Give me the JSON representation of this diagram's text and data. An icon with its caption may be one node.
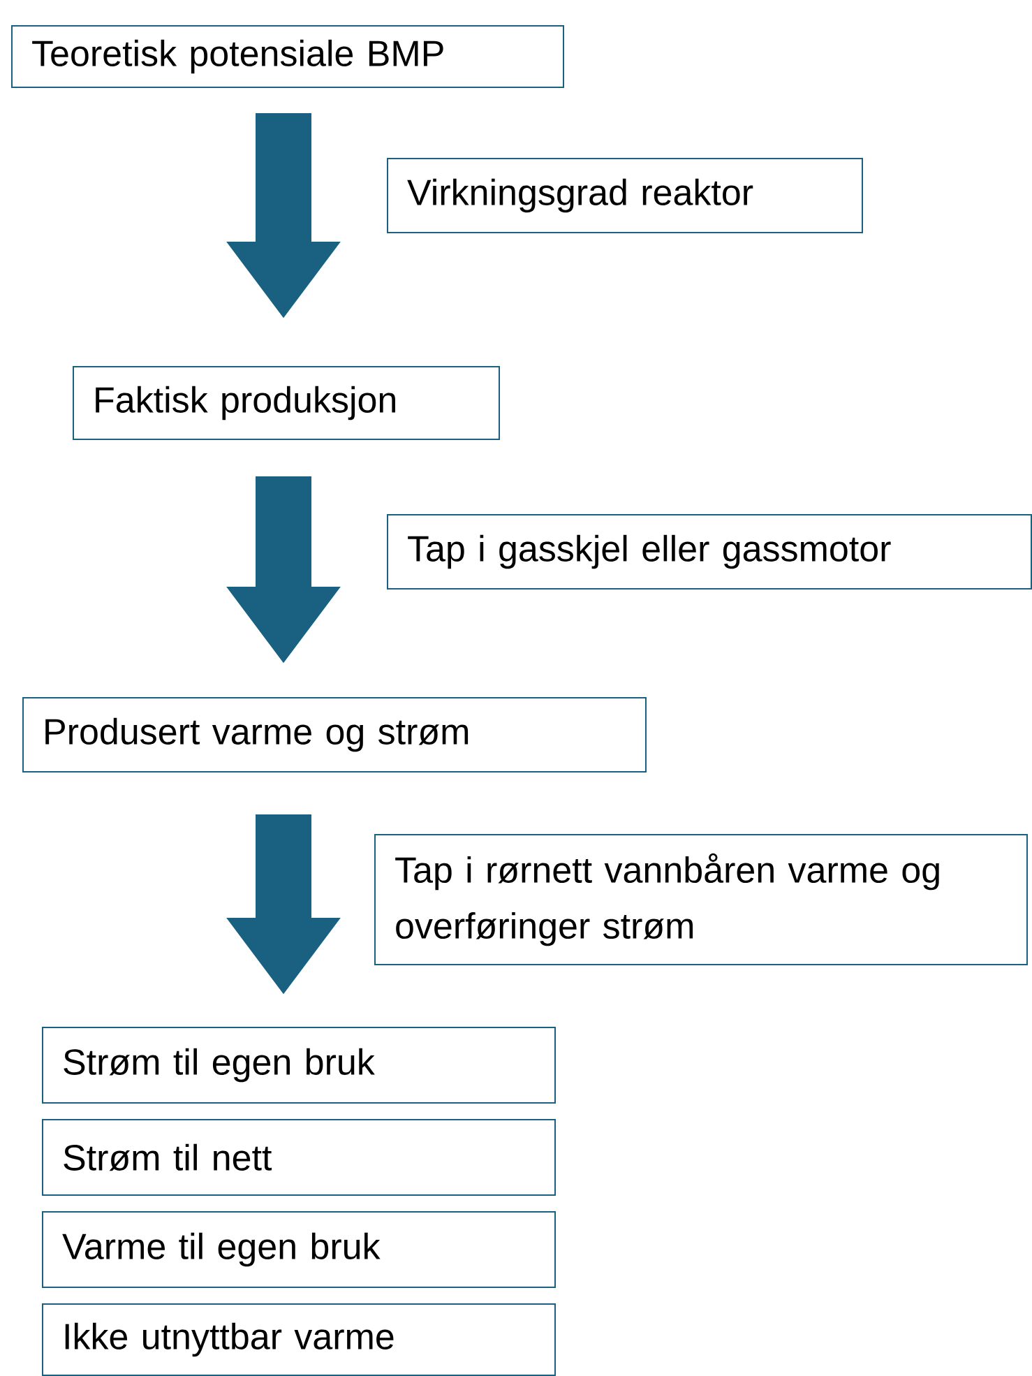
{
  "diagram": {
    "nodes": [
      {
        "text": [
          "Teoretisk potensiale BMP"
        ]
      },
      {
        "text": [
          "Virkningsgrad reaktor"
        ]
      },
      {
        "text": [
          "Faktisk produksjon"
        ]
      },
      {
        "text": [
          "Tap i gasskjel eller gassmotor"
        ]
      },
      {
        "text": [
          "Produsert varme og strøm"
        ]
      },
      {
        "text": [
          "Tap i rørnett vannbåren varme og overføringer strøm"
        ]
      },
      {
        "text": [
          "Strøm til egen bruk"
        ]
      },
      {
        "text": [
          "Strøm til nett"
        ]
      },
      {
        "text": [
          "Varme til egen bruk"
        ]
      },
      {
        "text": [
          "Ikke utnyttbar varme"
        ]
      }
    ],
    "edges": [
      {
        "from": 0,
        "to": 2,
        "arrow": "to"
      },
      {
        "from": 2,
        "to": 4,
        "arrow": "to"
      },
      {
        "from": 4,
        "to": 6,
        "arrow": "to"
      }
    ]
  }
}
